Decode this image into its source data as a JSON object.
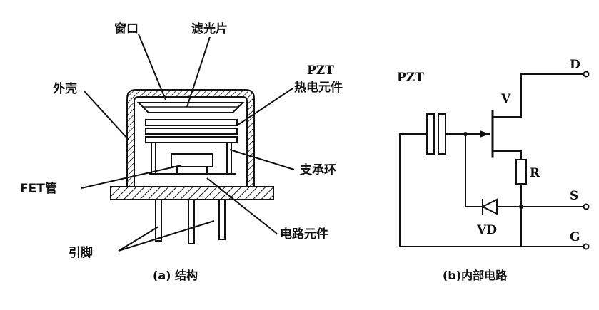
{
  "structure": {
    "labels": {
      "window": "窗口",
      "filter": "滤光片",
      "shell": "外壳",
      "pzt_line1": "PZT",
      "pzt_line2": "热电元件",
      "support_ring": "支承环",
      "fet": "FET管",
      "pins": "引脚",
      "circuit_parts": "电路元件"
    },
    "caption": "(a) 结构"
  },
  "circuit": {
    "labels": {
      "pzt": "PZT",
      "transistor": "V",
      "resistor": "R",
      "diode": "VD",
      "terminal_d": "D",
      "terminal_s": "S",
      "terminal_g": "G"
    },
    "caption": "(b)内部电路"
  },
  "colors": {
    "ink": "#111111",
    "background": "#ffffff"
  }
}
